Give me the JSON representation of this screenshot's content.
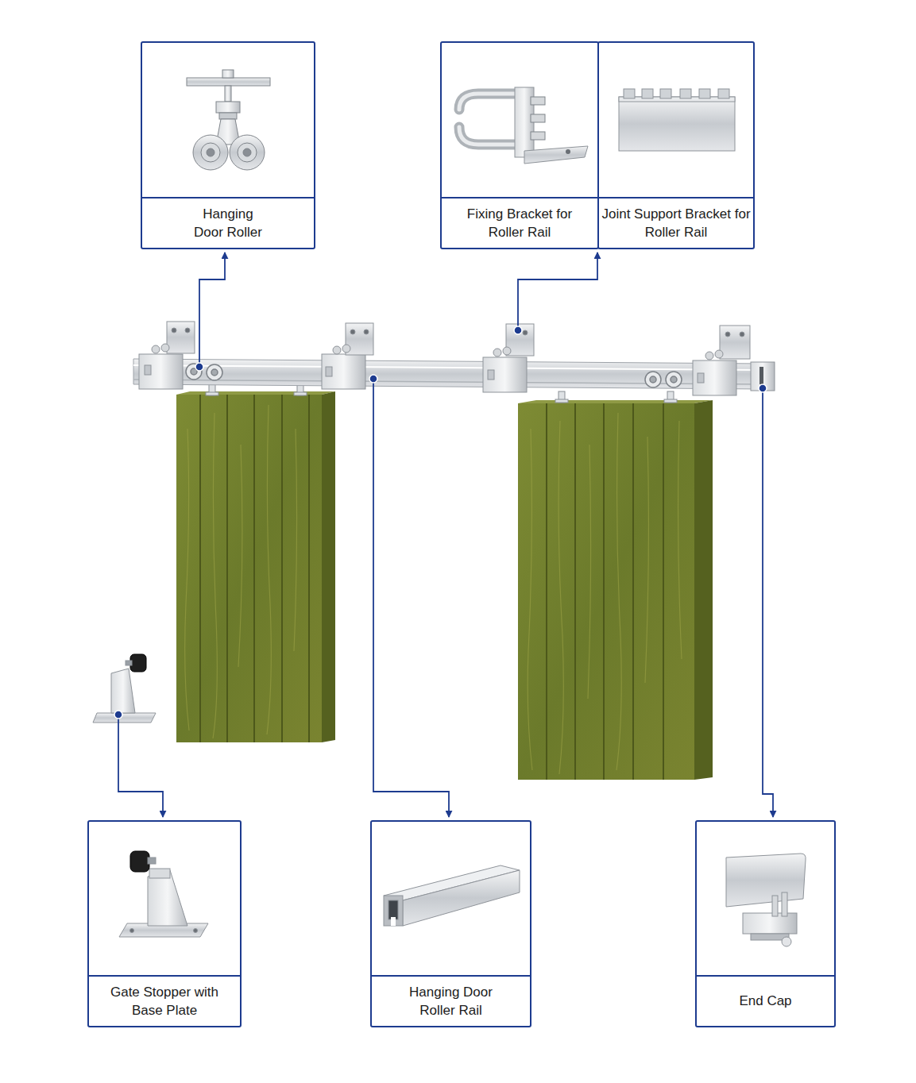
{
  "diagram": {
    "nodes": [
      {
        "text": [
          "Hanging Door Roller"
        ]
      },
      {
        "text": [
          "Fixing Bracket for Roller Rail"
        ]
      },
      {
        "text": [
          "Joint Support Bracket for Roller Rail"
        ]
      },
      {
        "text": [
          "Gate Stopper with Base Plate"
        ]
      },
      {
        "text": [
          "Hanging Door Roller Rail"
        ]
      },
      {
        "text": [
          "End Cap"
        ]
      }
    ]
  }
}
